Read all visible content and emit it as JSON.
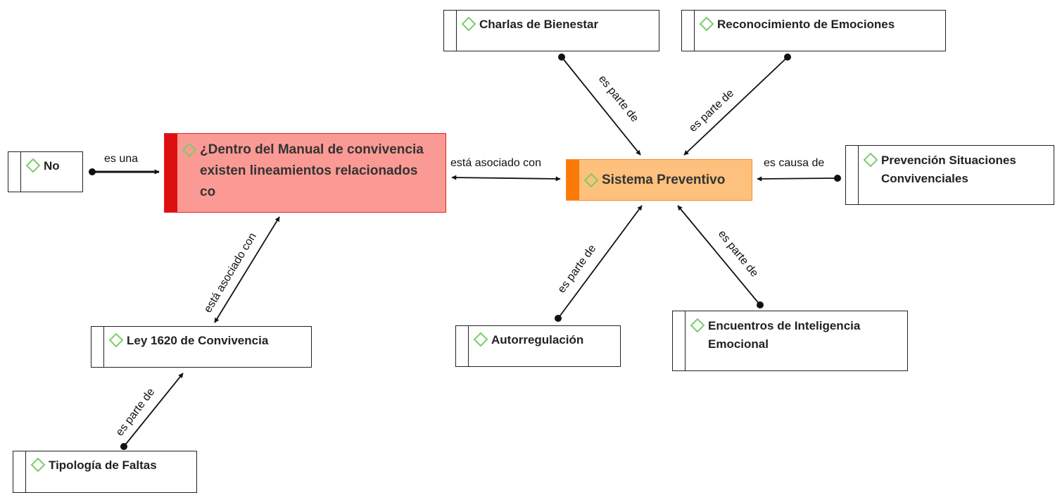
{
  "nodes": {
    "no": "No",
    "main": "¿Dentro del Manual de convivencia existen lineamientos relacionados co",
    "sistema": "Sistema Preventivo",
    "charlas": "Charlas de Bienestar",
    "reconocimiento": "Reconocimiento de Emociones",
    "prevencion": "Prevención Situaciones Convivenciales",
    "autorregulacion": "Autorregulación",
    "encuentros": "Encuentros de Inteligencia Emocional",
    "ley": "Ley 1620 de Convivencia",
    "tipologia": "Tipología de Faltas"
  },
  "edges": {
    "no_main": "es una",
    "main_sistema": "está asociado con",
    "charlas_sistema": "es parte de",
    "reconocimiento_sistema": "es parte de",
    "prevencion_sistema": "es causa de",
    "autorregulacion_sistema": "es parte de",
    "encuentros_sistema": "es parte de",
    "ley_main": "está asociado con",
    "tipologia_ley": "es parte de"
  },
  "colors": {
    "main_fill": "#fb9a94",
    "main_accent": "#dd0f10",
    "center_fill": "#fec17d",
    "center_accent": "#fb7a07",
    "icon_green": "#7ccd6a"
  }
}
